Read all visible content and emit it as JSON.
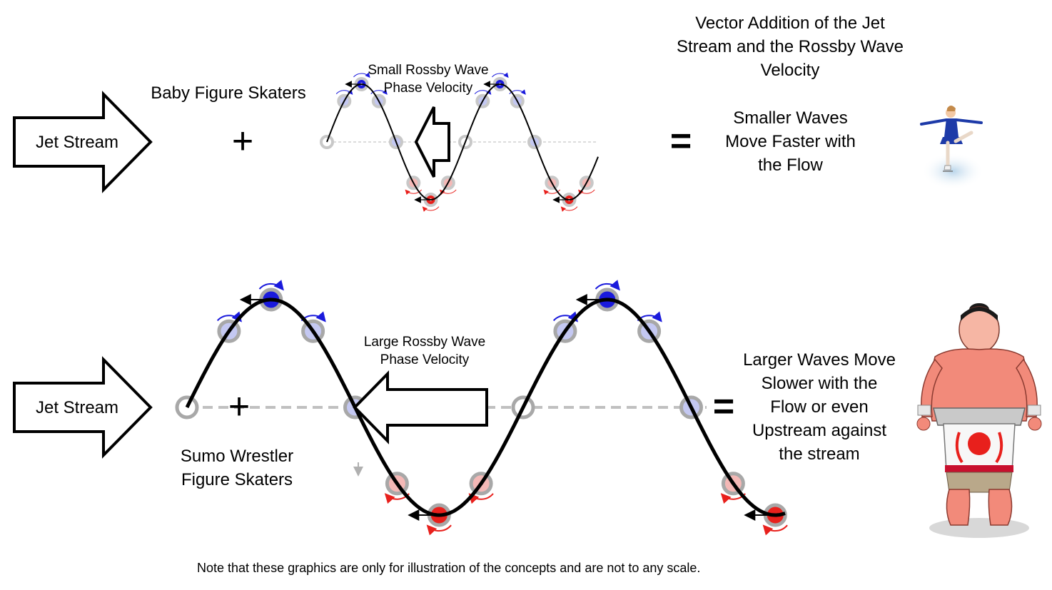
{
  "top": {
    "jet_label": "Jet Stream",
    "skater_label": "Baby Figure Skaters",
    "plus": "+",
    "phase_label": "Small Rossby Wave\nPhase Velocity",
    "equals": "=",
    "result_label": "Smaller Waves\nMove Faster with\nthe Flow"
  },
  "bottom": {
    "jet_label": "Jet Stream",
    "skater_label": "Sumo Wrestler\nFigure Skaters",
    "plus": "+",
    "phase_label": "Large Rossby Wave\nPhase Velocity",
    "equals": "=",
    "result_label": "Larger Waves Move\nSlower with the\nFlow or even\nUpstream against\nthe stream"
  },
  "title": "Vector Addition of the Jet\nStream and the Rossby Wave\nVelocity",
  "note": "Note that these graphics are only for illustration of the concepts and are not to any scale.",
  "colors": {
    "blue": "#1a1adc",
    "light_blue": "#c4c8f2",
    "red": "#e8201c",
    "light_red": "#f4b8b6",
    "gray": "#a0a0a0",
    "sumo_skin": "#f28a7a"
  },
  "icons": {
    "skater": "figure-skater-illustration",
    "sumo": "sumo-wrestler-illustration"
  }
}
